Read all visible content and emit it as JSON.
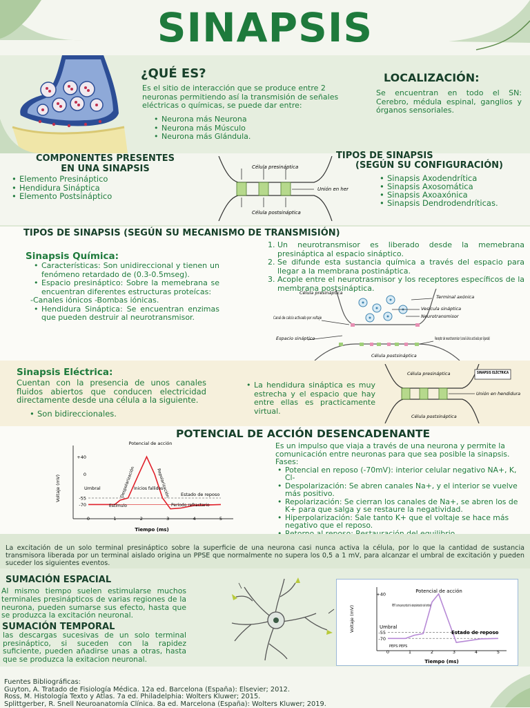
{
  "title": "SINAPSIS",
  "que_es": {
    "heading": "¿QUÉ ES?",
    "text": "Es el sitio de interacción que se produce entre 2 neuronas permitiendo así la transmisión de señales eléctricas o químicas, se puede dar entre:",
    "items": [
      "Neurona más Neurona",
      "Neurona más Músculo",
      "Neurona más Glándula."
    ]
  },
  "localizacion": {
    "heading": "LOCALIZACIÓN:",
    "text": "Se encuentran en todo el SN: Cerebro, médula espinal, ganglios y órganos sensoriales."
  },
  "componentes": {
    "heading_1": "COMPONENTES PRESENTES",
    "heading_2": "EN UNA SINAPSIS",
    "items": [
      "Elemento Presináptico",
      "Hendidura Sináptica",
      "Elemento Postsináptico"
    ]
  },
  "gap_diagram": {
    "pre": "Célula presináptica",
    "junction": "Unión en hendidura",
    "post": "Célula postsináptica"
  },
  "tipos_config": {
    "heading_1": "TIPOS DE SINAPSIS",
    "heading_2": "(SEGÚN SU CONFIGURACIÓN)",
    "items": [
      "Sinapsis Axodendrítica",
      "Sinapsis Axosomática",
      "Sinapsis Axoaxónica",
      "Sinapsis Dendrodendríticas."
    ]
  },
  "tipos_mecanismo": {
    "heading": "TIPOS DE SINAPSIS (SEGÚN SU MECANISMO DE TRANSMISIÓN)"
  },
  "quimica": {
    "heading": "Sinapsis Química:",
    "bullet_1": "Características: Son unidireccional y tienen un fenómeno retardado de (0.3-0.5mseg).",
    "bullet_2": "Espacio presináptico: Sobre la memebrana se encuentran diferentes estructuras proteícas:",
    "canales": "-Canales iónicos      -Bombas iónicas.",
    "bullet_3": "Hendidura Sináptica: Se encuentran enzimas que pueden destruir al neurotransmisor.",
    "steps": [
      "Un neurotransmisor es liberado desde la memebrana presináptica al espacio sináptico.",
      "Se difunde esta sustancia química a través del espacio para llegar a la membrana postináptica.",
      "Acople entre el neurotrasmisor y los receptores específicos de la membrana postsináptica."
    ],
    "diagram": {
      "pre": "Célula presináptica",
      "terminal": "Terminal axónica",
      "vesicula": "Vesícula sináptica",
      "nt": "Neurotransmisor",
      "canal": "Canal de calcio activado por voltaje",
      "espacio": "Espacio sináptico",
      "receptor": "Receptor de neurotransmisor (canal iónico activado por ligando)",
      "post": "Célula postsináptica"
    }
  },
  "electrica": {
    "heading": "Sinapsis Eléctrica:",
    "text": "Cuentan con la presencia de unos canales fluidos abiertos que conducen electricidad directamente desde una célula a la siguiente.",
    "bullet": "Son bidireccionales.",
    "right_bullet": "La hendidura sináptica es muy estrecha y el espacio que hay entre ellas es practicamente virtual.",
    "diagram": {
      "tag": "SINAPSIS ELÉCTRICA",
      "pre": "Célula presináptica",
      "junction": "Unión en hendidura",
      "post": "Célula postsináptica"
    }
  },
  "potencial": {
    "heading": "POTENCIAL DE ACCIÓN DESENCADENANTE",
    "intro": "Es un impulso que viaja a través de una neurona y permite la comunicación entre neuronas para que sea posible la sinapsis.",
    "fases_label": "Fases:",
    "fases": [
      "Potencial en reposo (-70mV): interior celular negativo NA+, K, Cl-",
      "Despolarización: Se abren canales Na+, y el interior se vuelve más positivo.",
      "Repolarización: Se cierran los canales de Na+, se abren los de K+ para que salga y se restaure la negatividad.",
      "Hiperpolarización: Sale tanto K+ que el voltaje se hace más negativo que el reposo.",
      "Retorno al reposo: Restauración del equilibrio."
    ]
  },
  "chart_data": [
    {
      "type": "line",
      "xlabel": "Tiempo (ms)",
      "ylabel": "Voltaje (mV)",
      "x_ticks": [
        "0",
        "1",
        "2",
        "3",
        "4",
        "5"
      ],
      "y_ticks": [
        "+40",
        "0",
        "-55",
        "-70"
      ],
      "xlim": [
        0,
        5
      ],
      "ylim": [
        -90,
        50
      ],
      "series": [
        {
          "x": [
            0,
            1.0,
            1.2,
            1.5,
            1.9,
            2.2,
            2.5,
            2.8,
            3.1,
            3.5,
            4.0,
            5.0
          ],
          "y": [
            -70,
            -70,
            -60,
            -55,
            0,
            40,
            0,
            -55,
            -80,
            -78,
            -72,
            -70
          ]
        }
      ],
      "annotations": {
        "potencial": "Potencial de acción",
        "umbral": "Umbral",
        "despol": "Despolarización",
        "repol": "Repolarización",
        "inicios": "Inicios fallidos",
        "reposo": "Estado de reposo",
        "estimulo": "Estímulo",
        "refractario": "Período refractario"
      }
    },
    {
      "type": "line",
      "xlabel": "Tiempo (ms)",
      "ylabel": "Voltaje (mV)",
      "x_ticks": [
        "0",
        "1",
        "2",
        "3",
        "4",
        "5"
      ],
      "y_ticks": [
        "+40",
        "-55",
        "-70"
      ],
      "xlim": [
        0,
        5
      ],
      "ylim": [
        -90,
        50
      ],
      "series": [
        {
          "x": [
            0,
            0.8,
            1.2,
            1.6,
            2.0,
            2.3,
            2.7,
            3.1,
            3.6,
            4.2,
            5.0
          ],
          "y": [
            -70,
            -70,
            -62,
            -58,
            20,
            40,
            -20,
            -80,
            -76,
            -71,
            -70
          ]
        }
      ],
      "annotations": {
        "potencial": "Potencial de acción",
        "peps_note": "PEPS' suma para producir la despolarización del umbral",
        "umbral": "Umbral",
        "reposo": "Estado de reposo",
        "peps": "PEPS PEPS"
      }
    }
  ],
  "excitacion_text": "La excitación de un solo terminal presináptico sobre la superficie de una neurona casi nunca activa la célula, por lo que la cantidad de sustancia transmisora liberada por un terminal aislado  origina un PPSE que normalmente no supera los 0,5 a 1 mV, para alcanzar el umbral de excitación y pueden suceder los siguientes eventos.",
  "sumacion_espacial": {
    "heading": "SUMACIÓN ESPACIAL",
    "text": "Al mismo tiempo suelen estimularse muchos terminales presinápticos de varias regiones de la neurona, pueden sumarse sus efecto, hasta que se produzca la excitación neuronal."
  },
  "sumacion_temporal": {
    "heading": "SUMACIÓN TEMPORAL",
    "text": "las descargas sucesivas de un solo terminal presináptico, si suceden con la rapidez suficiente, pueden añadirse unas a otras, hasta que se produzca la exitacion neuronal."
  },
  "fuentes": {
    "heading": "Fuentes Bibliográficas:",
    "refs": [
      "Guyton, A. Tratado de Fisiología Médica. 12a ed. Barcelona (España): Elsevier; 2012.",
      "Ross, M. Histología Texto y Atlas. 7a ed. Philadelphia: Wolters Kluwer; 2015.",
      "Splittgerber, R. Snell Neuroanatomía Clínica.  8a ed. Marcelona (España): Wolters Kluwer; 2019."
    ]
  },
  "colors": {
    "accent": "#1e7a3c",
    "band": "#dde8d5",
    "light": "#f4f6ef",
    "cream": "#f6f0dc"
  }
}
